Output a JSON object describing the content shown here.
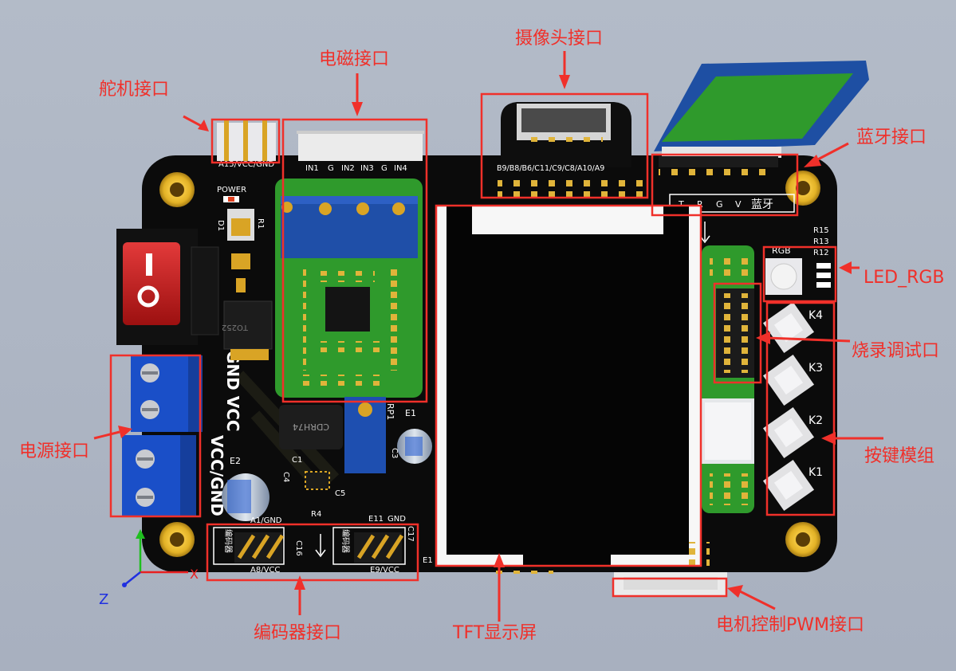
{
  "callouts": {
    "servo": "舵机接口",
    "em": "电磁接口",
    "camera": "摄像头接口",
    "bluetooth": "蓝牙接口",
    "led_rgb": "LED_RGB",
    "debug": "烧录调试口",
    "keys": "按键模组",
    "power": "电源接口",
    "encoder": "编码器接口",
    "tft": "TFT显示屏",
    "motor_pwm": "电机控制PWM接口"
  },
  "silkscreen": {
    "servo_pins": "A15/VCC/GND",
    "power_led": "POWER",
    "em_pins": [
      "IN1",
      "G",
      "IN2",
      "IN3",
      "G",
      "IN4"
    ],
    "camera_pins": "B9/B8/B6/C11/C9/C8/A10/A9",
    "bt_pins": [
      "T",
      "R",
      "G",
      "V"
    ],
    "bt_label": "蓝牙",
    "rgb": "RGB",
    "resistors": [
      "R15",
      "R13",
      "R12"
    ],
    "keys": [
      "K4",
      "K3",
      "K2",
      "K1"
    ],
    "gnd_vcc": "GND VCC",
    "vcc_gnd": "VCC/GND",
    "d1": "D1",
    "r1": "R1",
    "to252": "TO252",
    "inductor": "CDRH74",
    "rp1": "RP1",
    "e1": "E1",
    "e2": "E2",
    "c1": "C1",
    "c3": "C3",
    "c4": "C4",
    "c5": "C5",
    "r4": "R4",
    "enc1_pins": "A1/GND",
    "enc1_name": "编码器",
    "enc1_bottom": "A8/VCC",
    "c16": "C16",
    "enc2_top1": "E11",
    "enc2_top2": "GND",
    "enc2_name": "编码器",
    "enc2_bottom": "E9/VCC",
    "c17": "C17",
    "e1b": "E1"
  },
  "axes": {
    "x": "X",
    "z": "Z"
  },
  "colors": {
    "callout": "#f0302a",
    "board": "#0c0c0c",
    "board_module": "#2f9a2c",
    "bt_module": "#1e4fa3",
    "connector": "#eeeeee",
    "gold": "#d9a425",
    "terminal": "#1e50c8"
  }
}
